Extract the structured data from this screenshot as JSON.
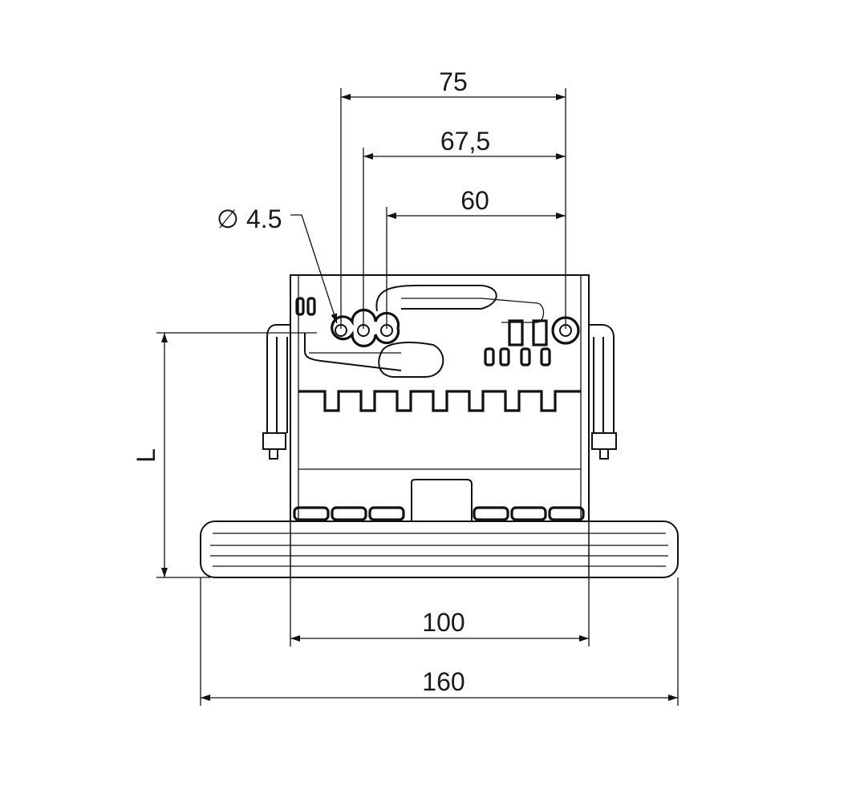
{
  "drawing": {
    "dimensions": {
      "d75": "75",
      "d67_5": "67,5",
      "d60": "60",
      "hole_diameter": "4.5",
      "hole_symbol": "∅",
      "length": "L",
      "d100": "100",
      "d160": "160"
    },
    "line_color": "#111111",
    "background": "#ffffff"
  }
}
